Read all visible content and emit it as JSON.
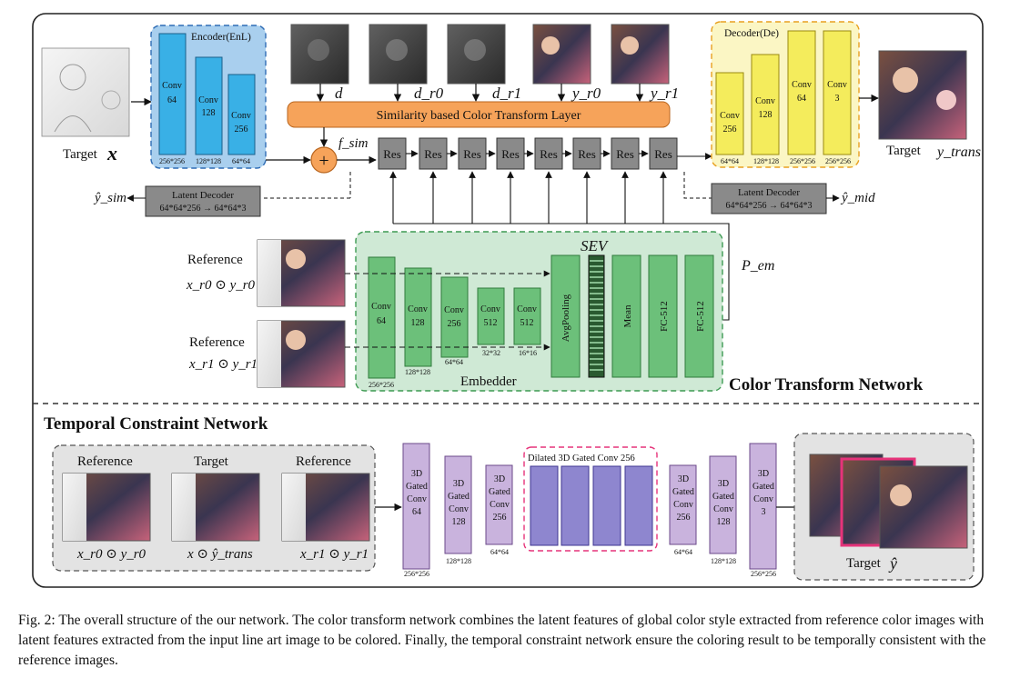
{
  "color_transform": {
    "title": "Color Transform Network",
    "target_label": "Target",
    "target_symbol": "x",
    "encoder": {
      "title": "Encoder(EnL)",
      "layers": [
        "Conv\n64",
        "Conv\n128",
        "Conv\n256"
      ],
      "sizes": [
        "256*256",
        "128*128",
        "64*64"
      ]
    },
    "top_inputs": [
      "d",
      "d_r0",
      "d_r1",
      "y_r0",
      "y_r1"
    ],
    "similarity_layer": "Similarity based Color Transform Layer",
    "f_sim": "f_sim",
    "res_blocks": [
      "Res",
      "Res",
      "Res",
      "Res",
      "Res",
      "Res",
      "Res",
      "Res"
    ],
    "decoder": {
      "title": "Decoder(De)",
      "layers": [
        "Conv\n256",
        "Conv\n128",
        "Conv\n64",
        "Conv\n3"
      ],
      "sizes": [
        "64*64",
        "128*128",
        "256*256",
        "256*256"
      ]
    },
    "target_out_label": "Target",
    "target_out_symbol": "y_trans",
    "latent_decoder_left": {
      "line1": "Latent Decoder",
      "line2": "64*64*256 → 64*64*3",
      "output": "ŷ_sim"
    },
    "latent_decoder_right": {
      "line1": "Latent Decoder",
      "line2": "64*64*256 → 64*64*3",
      "output": "ŷ_mid"
    },
    "reference_1": {
      "label": "Reference",
      "formula": "x_r0 ⊙ y_r0"
    },
    "reference_2": {
      "label": "Reference",
      "formula": "x_r1 ⊙ y_r1"
    },
    "embedder": {
      "title": "Embedder",
      "sev": "SEV",
      "layers": [
        "Conv\n64",
        "Conv\n128",
        "Conv\n256",
        "Conv\n512",
        "Conv\n512"
      ],
      "sizes": [
        "256*256",
        "128*128",
        "64*64",
        "32*32",
        "16*16"
      ],
      "pool": "AvgPooling",
      "mean": "Mean",
      "fc1": "FC-512",
      "fc2": "FC-512"
    },
    "p_em": "P_em"
  },
  "temporal": {
    "title": "Temporal Constraint Network",
    "inputs": [
      {
        "label": "Reference",
        "formula": "x_r0 ⊙ y_r0"
      },
      {
        "label": "Target",
        "formula": "x ⊙ ŷ_trans"
      },
      {
        "label": "Reference",
        "formula": "x_r1 ⊙ y_r1"
      }
    ],
    "enc_layers": [
      "3D\nGated\nConv\n64",
      "3D\nGated\nConv\n128",
      "3D\nGated\nConv\n256"
    ],
    "enc_sizes": [
      "256*256",
      "128*128",
      "64*64"
    ],
    "dilated_title": "Dilated 3D Gated Conv 256",
    "dec_layers": [
      "3D\nGated\nConv\n256",
      "3D\nGated\nConv\n128",
      "3D\nGated\nConv\n3"
    ],
    "dec_sizes": [
      "64*64",
      "128*128",
      "256*256"
    ],
    "output_label": "Target",
    "output_symbol": "ŷ"
  },
  "caption": "Fig. 2: The overall structure of the our network. The color transform network combines the latent features of global color style extracted from reference color images with latent features extracted from the input line art image to be colored. Finally, the temporal constraint network ensure the coloring result to be temporally consistent with the reference images.",
  "colors": {
    "encoder_blue": "#39b0e6",
    "encoder_bg": "#a9cfee",
    "decoder_yellow": "#f4ec5c",
    "decoder_bg": "#fbf6c4",
    "embedder_green": "#6cc07a",
    "embedder_bg": "#cfe9d5",
    "orange": "#f6a35a",
    "gray": "#8a8a8a",
    "purple": "#c9b3dd",
    "dilated_purple": "#8e86cf",
    "pink_border": "#e6337a"
  }
}
